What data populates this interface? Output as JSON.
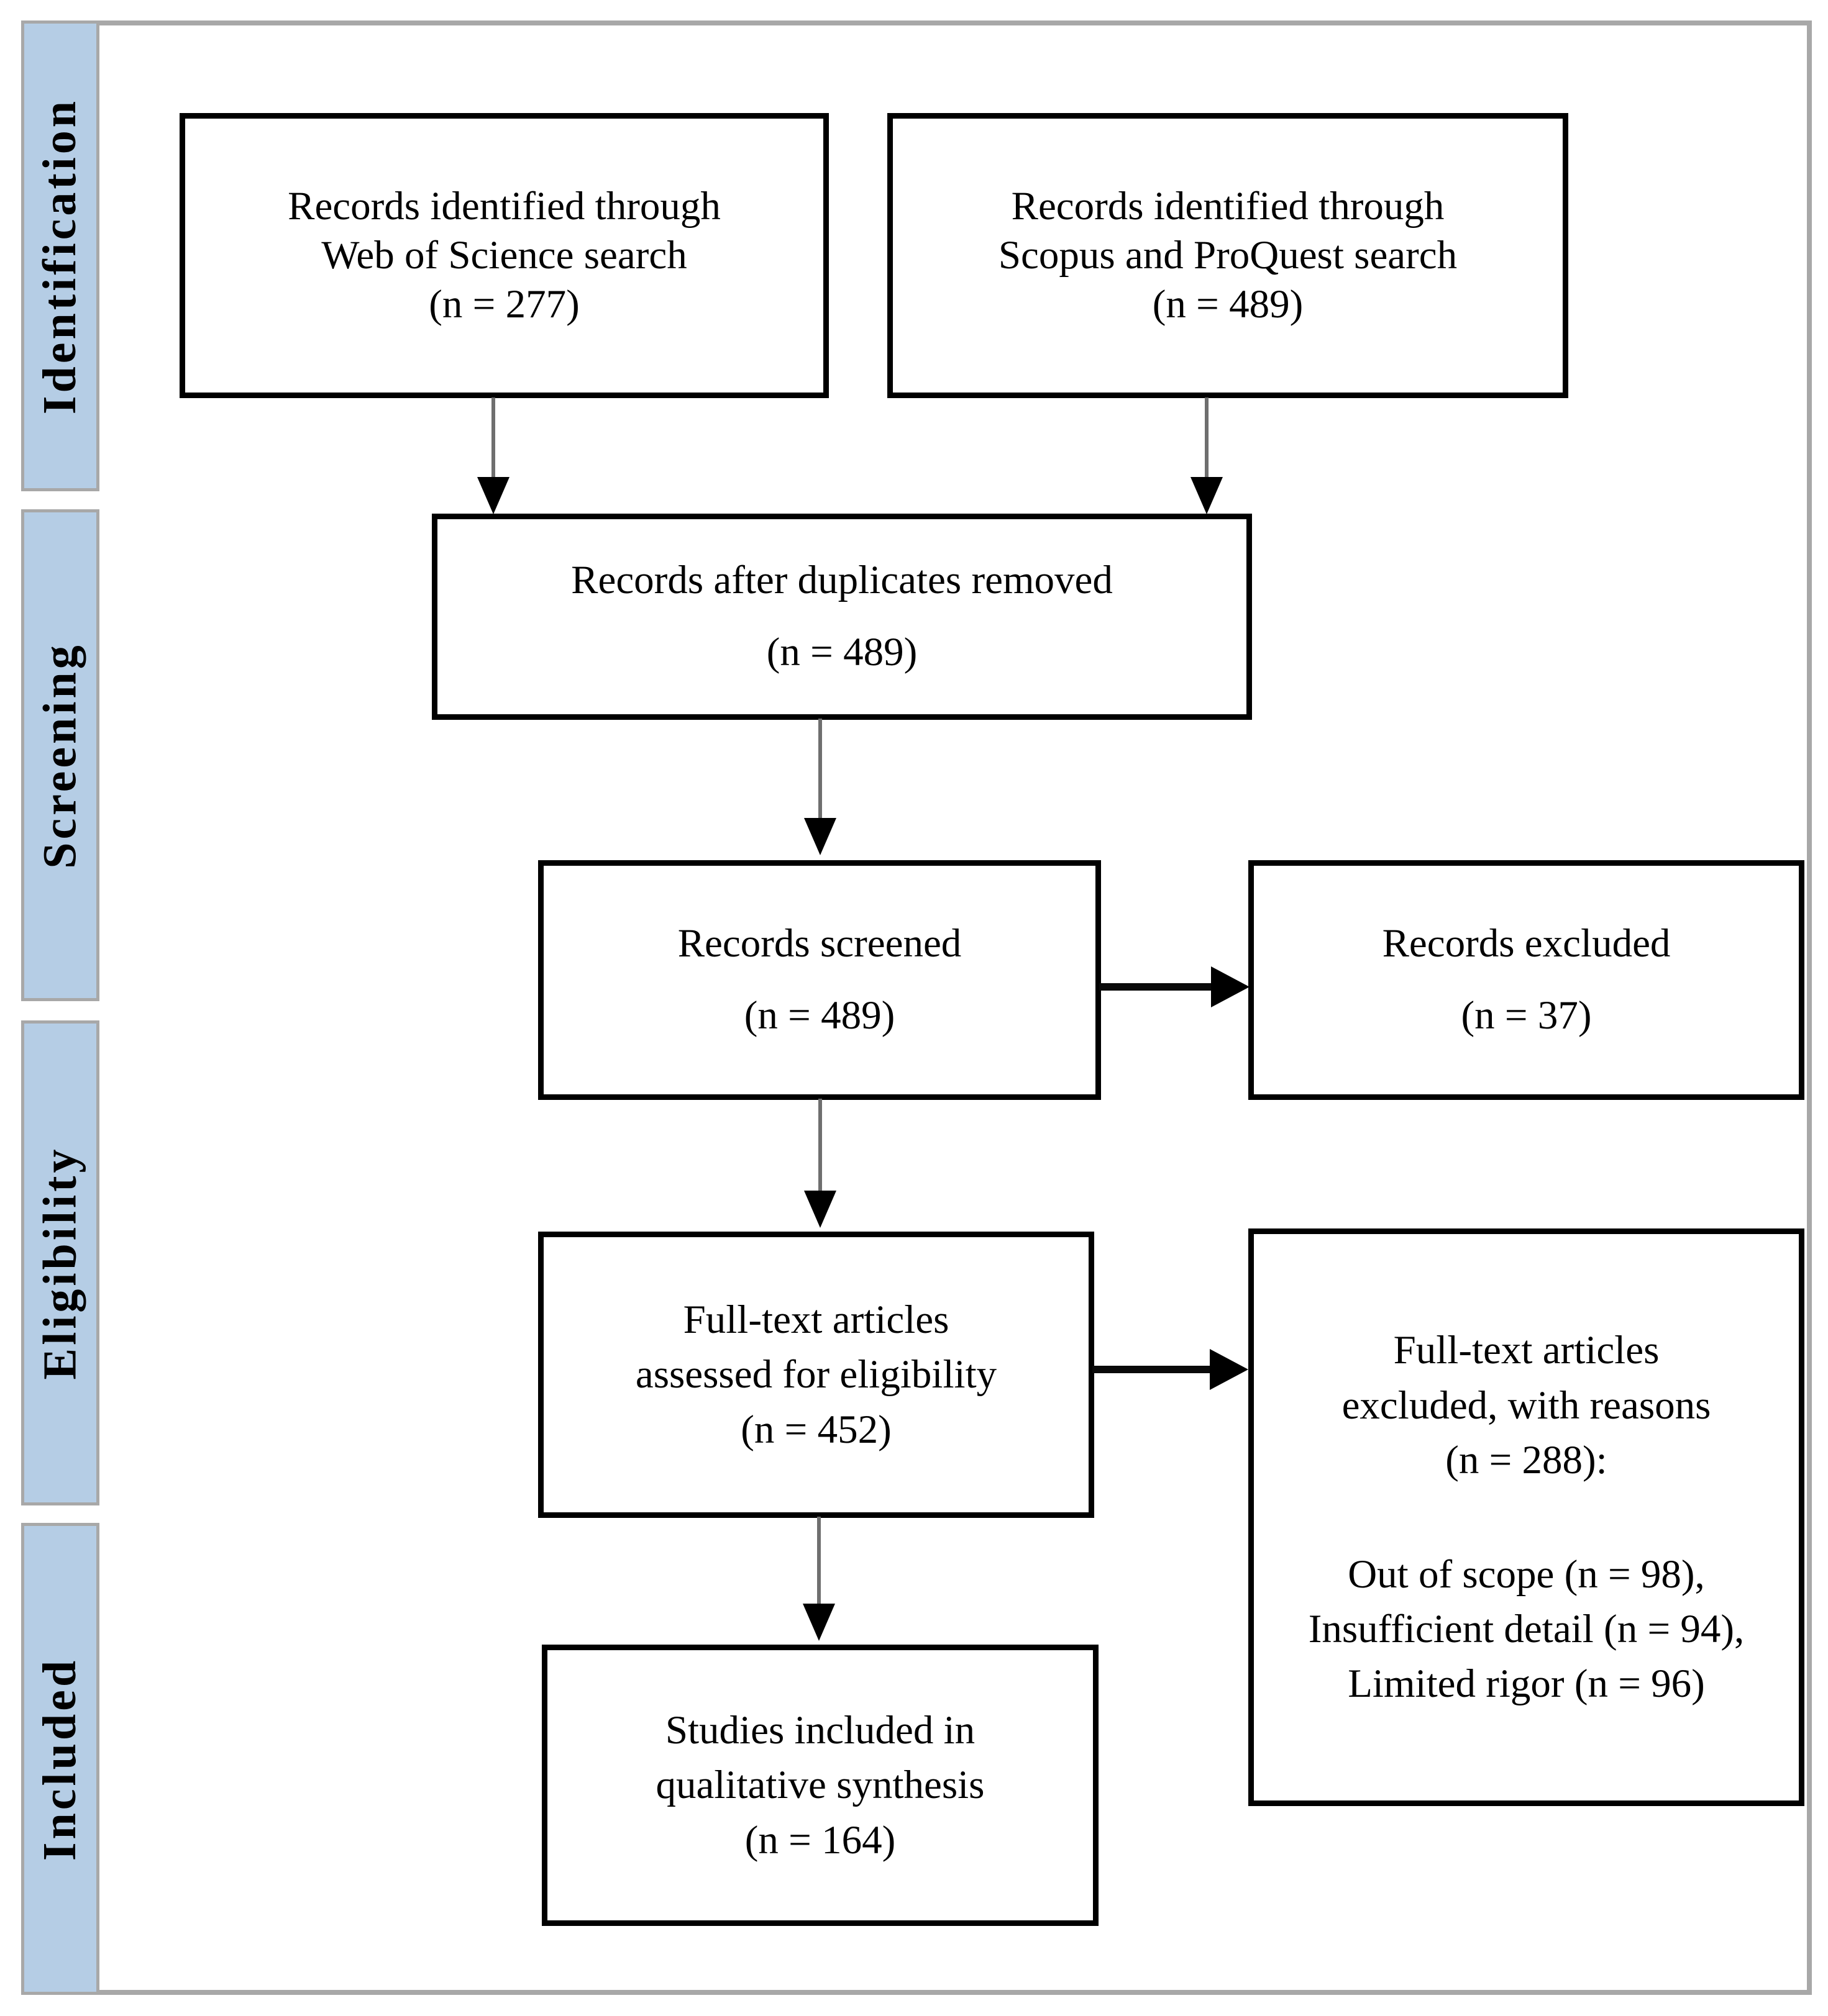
{
  "stages": [
    {
      "label": "Identification"
    },
    {
      "label": "Screening"
    },
    {
      "label": "Eligibility"
    },
    {
      "label": "Included"
    }
  ],
  "boxes": {
    "records_wos": {
      "lines": [
        "Records identified through",
        "Web of Science search",
        "(n = 277)"
      ]
    },
    "records_scopus": {
      "lines": [
        "Records identified through",
        "Scopus and ProQuest search",
        "(n = 489)"
      ]
    },
    "after_duplicates": {
      "lines": [
        "Records after duplicates removed",
        "(n = 489)"
      ]
    },
    "records_screened": {
      "lines": [
        "Records screened",
        "(n = 489)"
      ]
    },
    "records_excluded": {
      "lines": [
        "Records excluded",
        "(n = 37)"
      ]
    },
    "fulltext_assessed": {
      "lines": [
        "Full-text articles",
        "assessed for eligibility",
        "(n = 452)"
      ]
    },
    "fulltext_excluded": {
      "header_lines": [
        "Full-text articles",
        "excluded, with reasons",
        "(n = 288):"
      ],
      "reason_lines": [
        "Out of scope (n = 98),",
        "Insufficient detail (n = 94),",
        "Limited rigor (n = 96)"
      ]
    },
    "studies_included": {
      "lines": [
        "Studies included in",
        "qualitative synthesis",
        "(n = 164)"
      ]
    }
  },
  "colors": {
    "stage_fill": "#b5cde5",
    "frame_gray": "#a8a8a8",
    "box_border": "#000000",
    "box_fill": "#ffffff",
    "text": "#000000",
    "arrow_head": "#000000",
    "arrow_line_gray": "#6f6f6f"
  }
}
